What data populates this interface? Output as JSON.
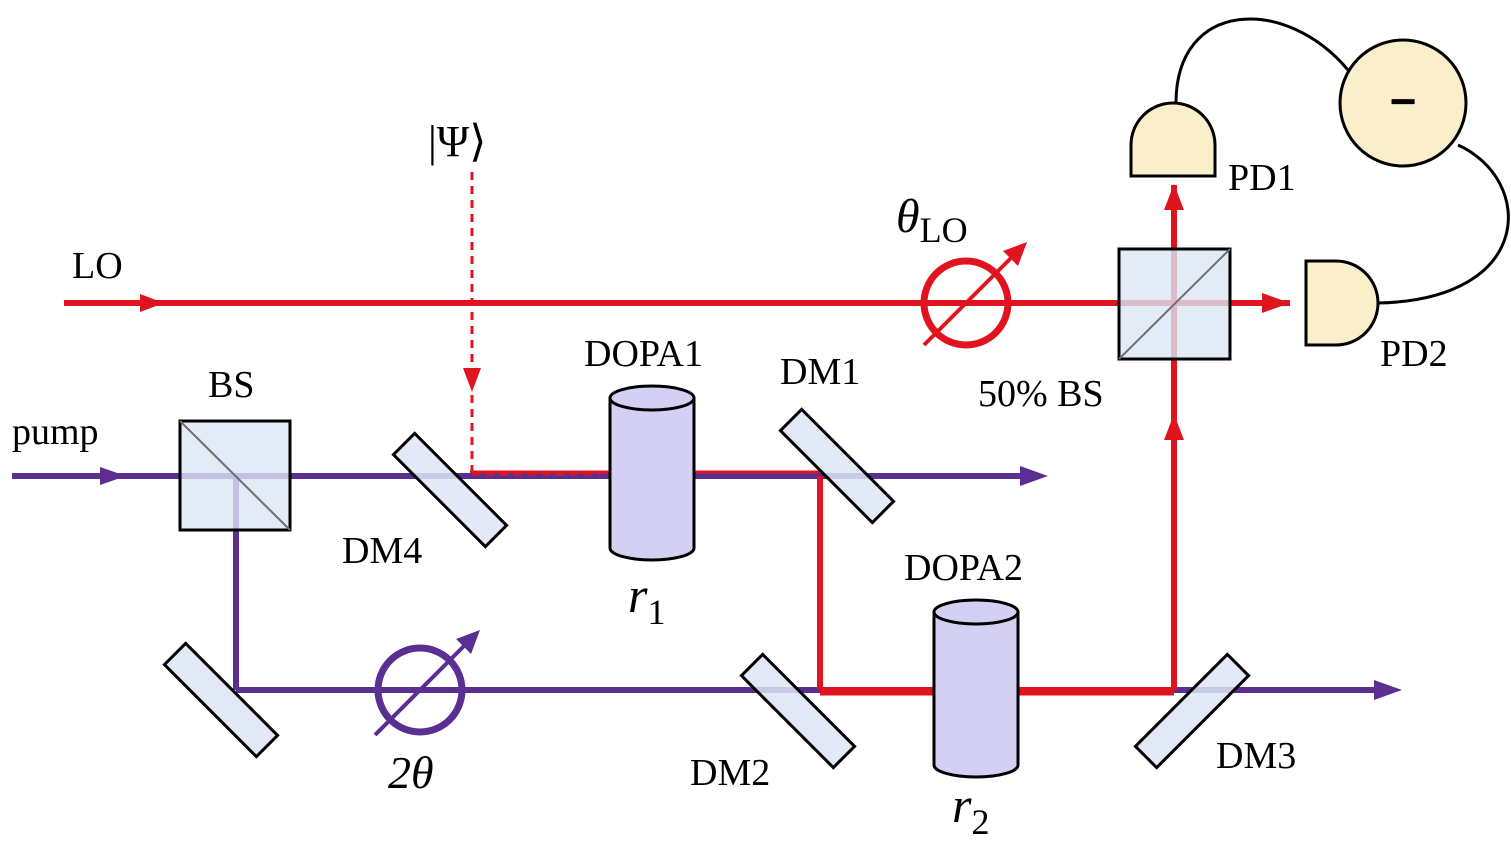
{
  "colors": {
    "laser": "#e0141e",
    "pump": "#5b2e91",
    "optic_fill": "#dce6f5",
    "dopa_fill": "#d3d0f3",
    "detector_fill": "#faeecb"
  },
  "labels": {
    "lo": "LO",
    "pump": "pump",
    "bs": "BS",
    "bs50": "50% BS",
    "dm1": "DM1",
    "dm2": "DM2",
    "dm3": "DM3",
    "dm4": "DM4",
    "dopa1": "DOPA1",
    "dopa2": "DOPA2",
    "pd1": "PD1",
    "pd2": "PD2",
    "psi": "|Ψ⟩",
    "theta_lo_main": "θ",
    "theta_lo_sub": "LO",
    "two_theta": "2θ",
    "r1_main": "r",
    "r1_sub": "1",
    "r2_main": "r",
    "r2_sub": "2",
    "minus": "−"
  }
}
